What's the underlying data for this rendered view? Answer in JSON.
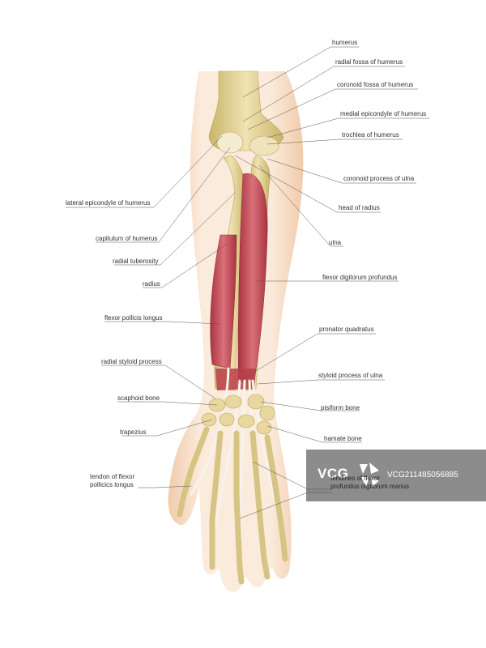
{
  "labels": {
    "humerus": "humerus",
    "radial_fossa": "radial fossa of humerus",
    "coronoid_fossa": "coronoid fossa of humerus",
    "medial_epicondyle": "medial epicondyle of humerus",
    "trochlea": "trochlea of humerus",
    "coronoid_process": "coronoid process of ulna",
    "lateral_epicondyle": "lateral epicondyle of humerus",
    "head_of_radius": "head of radius",
    "capitulum": "capitulum of humerus",
    "ulna": "ulna",
    "radial_tuberosity": "radial tuberosity",
    "radius": "radius",
    "fdp": "flexor digitorum profundus",
    "fpl": "flexor pollicis longus",
    "pronator_quadratus": "pronator quadratus",
    "radial_styloid": "radial styloid process",
    "ulnar_styloid": "styloid process of ulna",
    "scaphoid": "scaphoid bone",
    "pisiform": "pisiform bone",
    "trapezius": "trapezius",
    "hamate": "hamate bone",
    "tendon_fpl_1": "tendon of flexor",
    "tendon_fpl_2": "pollicics longus",
    "tendons_fdm_1": "tendines of flexor",
    "tendons_fdm_2": "profundus digitorum manus"
  },
  "watermark": {
    "logo": "VCG",
    "text": "VCG211485056885"
  },
  "colors": {
    "bone": "#e6d59a",
    "bone_shadow": "#c9b46a",
    "muscle": "#c9505a",
    "tendon": "#f4f1ea",
    "skin": "#f6dcc4",
    "leader": "#555555"
  }
}
